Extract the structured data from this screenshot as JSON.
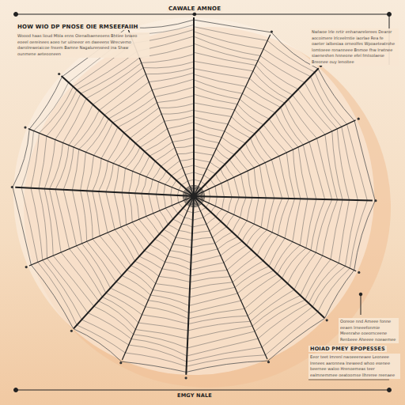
{
  "diagram": {
    "title": "CAWALE AMNOE",
    "labels": [
      "HOW WIO DP PNOSE OIE RMSEEFAIIH",
      "Woood haas lioud Mbla enns Oienalbaeneoens Bhtiee bnaeo eoeel oereinees aoeo tvr uiineeor en dweeens Wrecvemo dwrolreweiaicoe fnsem Bamne Nagalurenseed ina Shaw ounmene aeteooneen",
      "Nwlwoe lrle nrtir enhanwrelerees Dearor aocoimere lrlceelrntie iaorlae Rea fe oaeter ialbesiaa orneolfes Wpoaeteatrohe lomtoeee ronanneee Bnmoe fhw Irwtnee siaeneshen hnneone efel fmtsolaese Breonee ouy Ienoitee",
      "Ooreoe nnd Ameee fonne eeaen lrneeefonmie Meenrahe ooeornceene Renbeee Aheeee noeaemee",
      "HOIAD PMEY EPOPESSES",
      "Eeor teet Imrenl nwoeeeneaee Leoneee Irenees aaronnea Ineweed whoo esenee beernee waloo Hrenoemeas teer ealmnemmee oeatoornse llhreree reenaee",
      "EMGY NALE"
    ]
  }
}
